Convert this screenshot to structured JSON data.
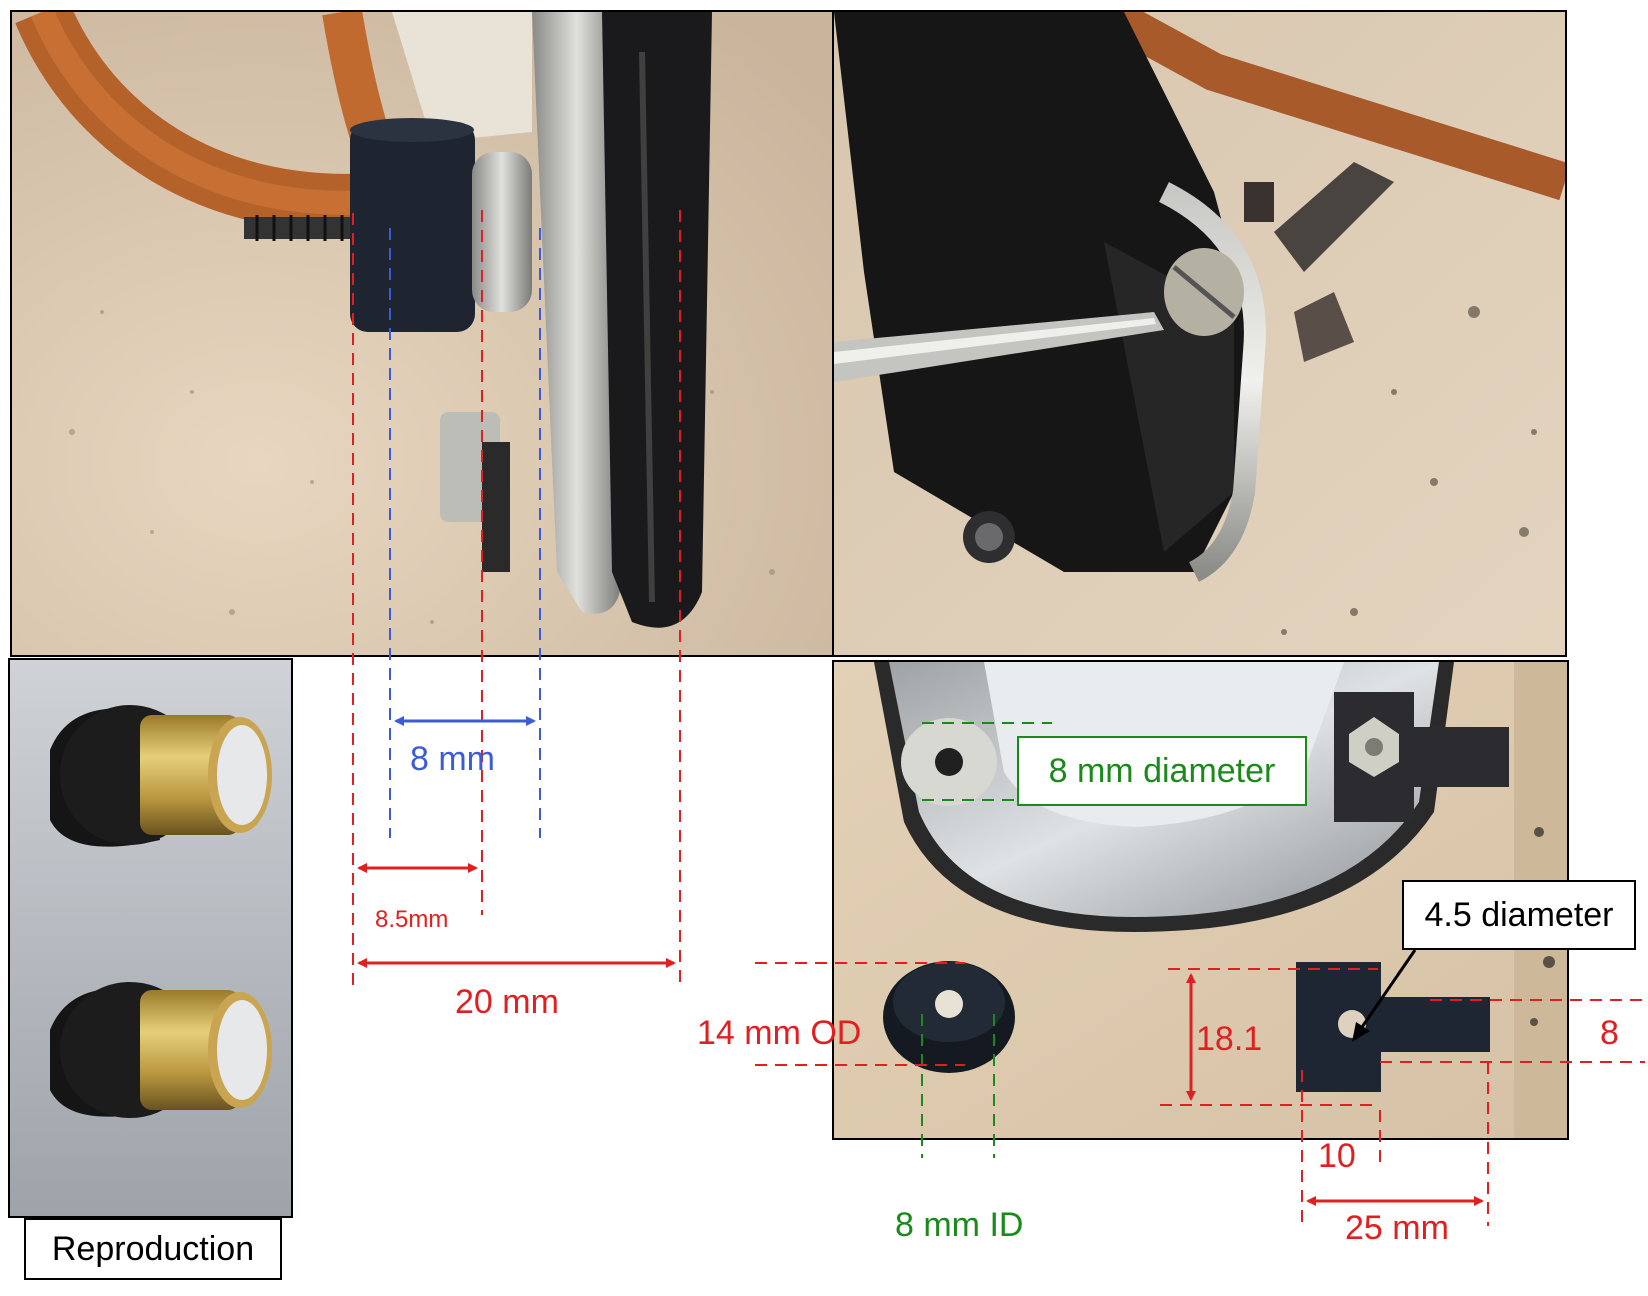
{
  "labels": {
    "reproduction": "Reproduction",
    "dim_8mm_blue": "8 mm",
    "dim_8_5mm": "8.5mm",
    "dim_20mm": "20 mm",
    "dim_8mm_diameter": "8 mm diameter",
    "dim_4_5_diameter": "4.5 diameter",
    "dim_14mm_od": "14 mm OD",
    "dim_8mm_id": "8 mm ID",
    "dim_18_1": "18.1",
    "dim_8": "8",
    "dim_10": "10",
    "dim_25mm": "25 mm"
  },
  "colors": {
    "red": "#e02020",
    "blue": "#3b5bd8",
    "green": "#1b8a1b",
    "black": "#000000"
  },
  "photos": {
    "top_left": "side view of bumper with rubber grommet and screw",
    "top_right": "screwdriver on slotted screw of felt bracket",
    "bottom_left": "reproduction rubber-and-brass bumpers",
    "bottom_right": "bracket plate with grommet and tab parts"
  }
}
